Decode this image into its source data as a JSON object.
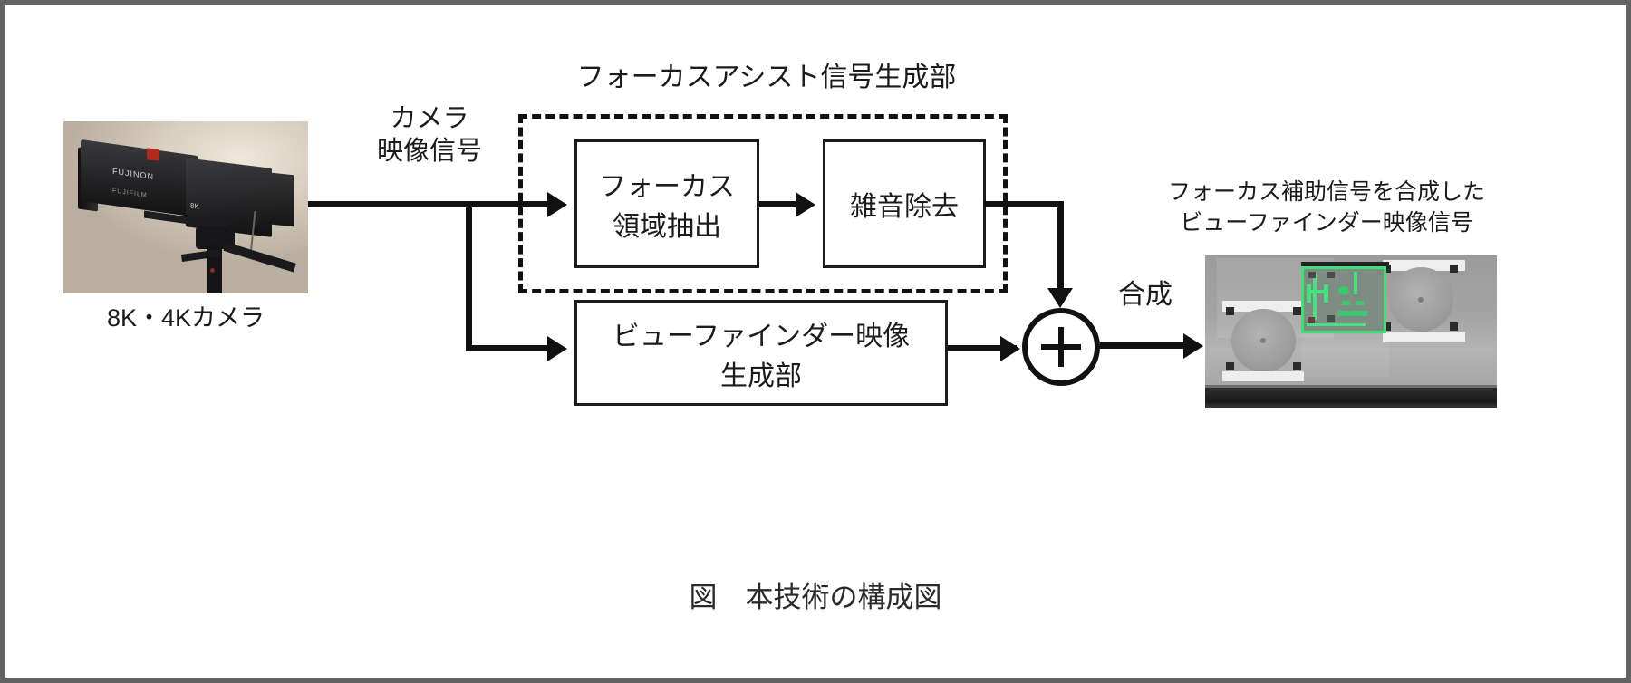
{
  "figure": {
    "caption": "図　本技術の構成図",
    "section_title": "フォーカスアシスト信号生成部",
    "input_signal_label_line1": "カメラ",
    "input_signal_label_line2": "映像信号",
    "camera_caption": "8K・4Kカメラ",
    "merge_label": "合成",
    "adder_symbol": "+",
    "output_caption_line1": "フォーカス補助信号を合成した",
    "output_caption_line2": "ビューファインダー映像信号",
    "blocks": [
      {
        "line1": "フォーカス",
        "line2": "領域抽出"
      },
      {
        "line1": "雑音除去",
        "line2": ""
      },
      {
        "line1": "ビューファインダー映像",
        "line2": "生成部"
      }
    ],
    "colors": {
      "line": "#111111",
      "text": "#1b1b1b",
      "frame_border": "#626262",
      "background": "#ffffff",
      "focus_highlight": "#3ee07a"
    }
  }
}
